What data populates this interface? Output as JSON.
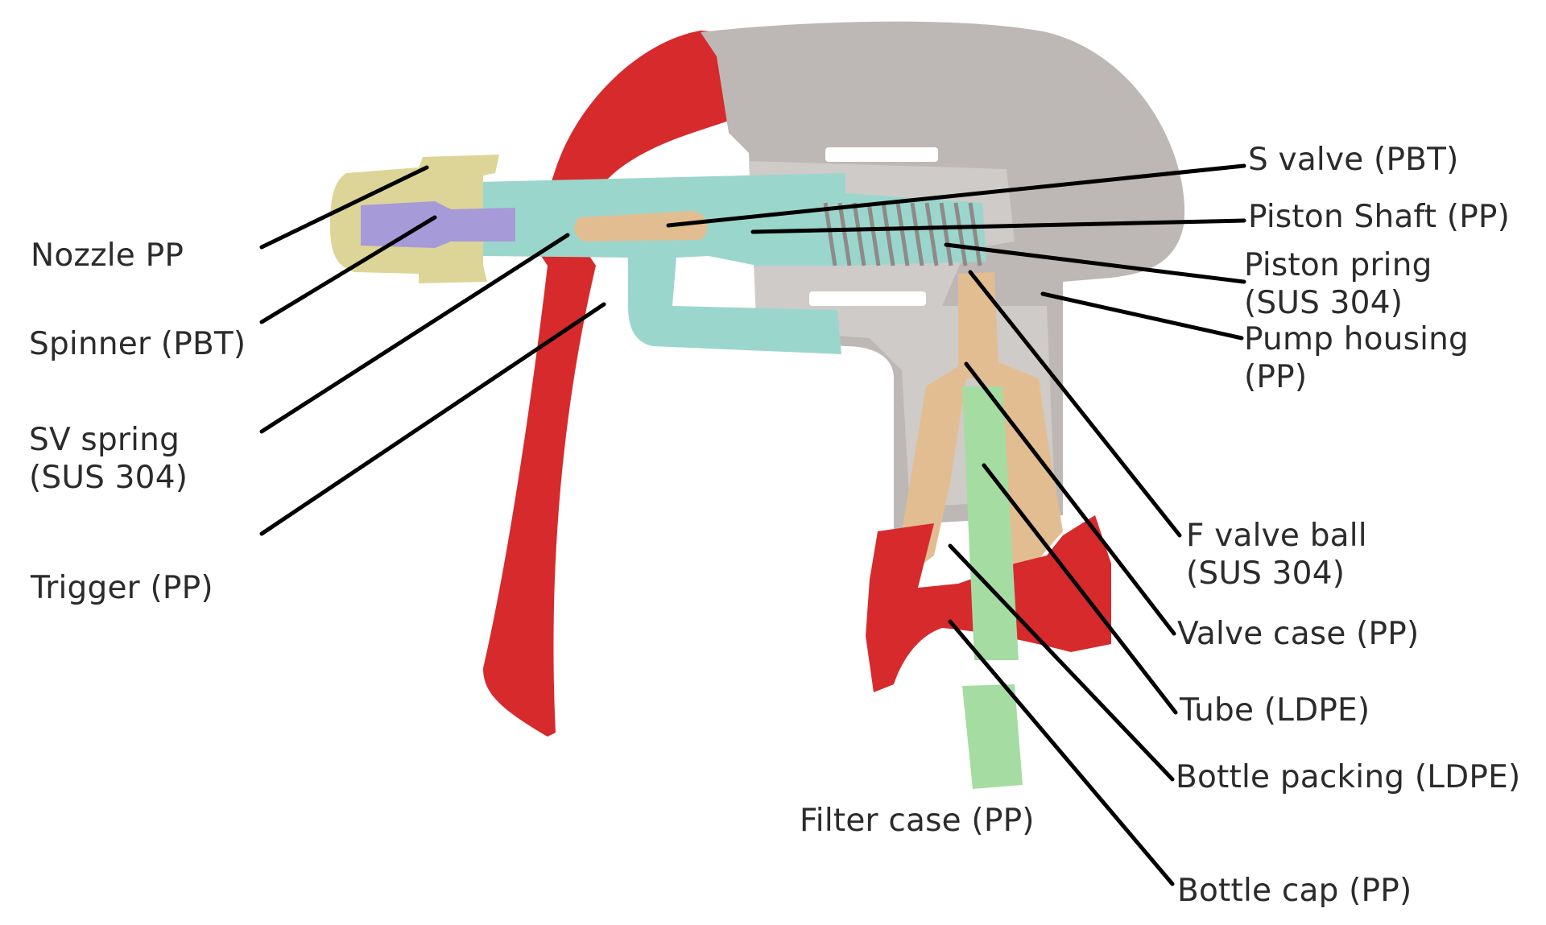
{
  "diagram": {
    "colors": {
      "trigger_red": "#d62a2c",
      "housing_grey": "#bdb8b5",
      "nozzle_yellow": "#dcd597",
      "spinner_purple": "#a69ad8",
      "channel_cyan": "#9bd6cd",
      "valve_tan": "#e3bd92",
      "tube_green": "#a5dca2",
      "leader_line": "#000000",
      "label_text": "#2b2b2b"
    },
    "labels": {
      "nozzle": "Nozzle PP",
      "spinner": "Spinner (PBT)",
      "sv_spring_line1": "SV spring",
      "sv_spring_line2": "(SUS 304)",
      "trigger": "Trigger (PP)",
      "s_valve": "S valve (PBT)",
      "piston_shaft": "Piston Shaft (PP)",
      "piston_spring_line1": "Piston pring",
      "piston_spring_line2": "(SUS 304)",
      "pump_housing_line1": "Pump housing",
      "pump_housing_line2": "(PP)",
      "f_valve_ball_line1": "F valve ball",
      "f_valve_ball_line2": "(SUS 304)",
      "valve_case": "Valve case (PP)",
      "tube": "Tube (LDPE)",
      "bottle_packing": "Bottle packing (LDPE)",
      "filter_case": "Filter case (PP)",
      "bottle_cap": "Bottle cap (PP)"
    }
  }
}
